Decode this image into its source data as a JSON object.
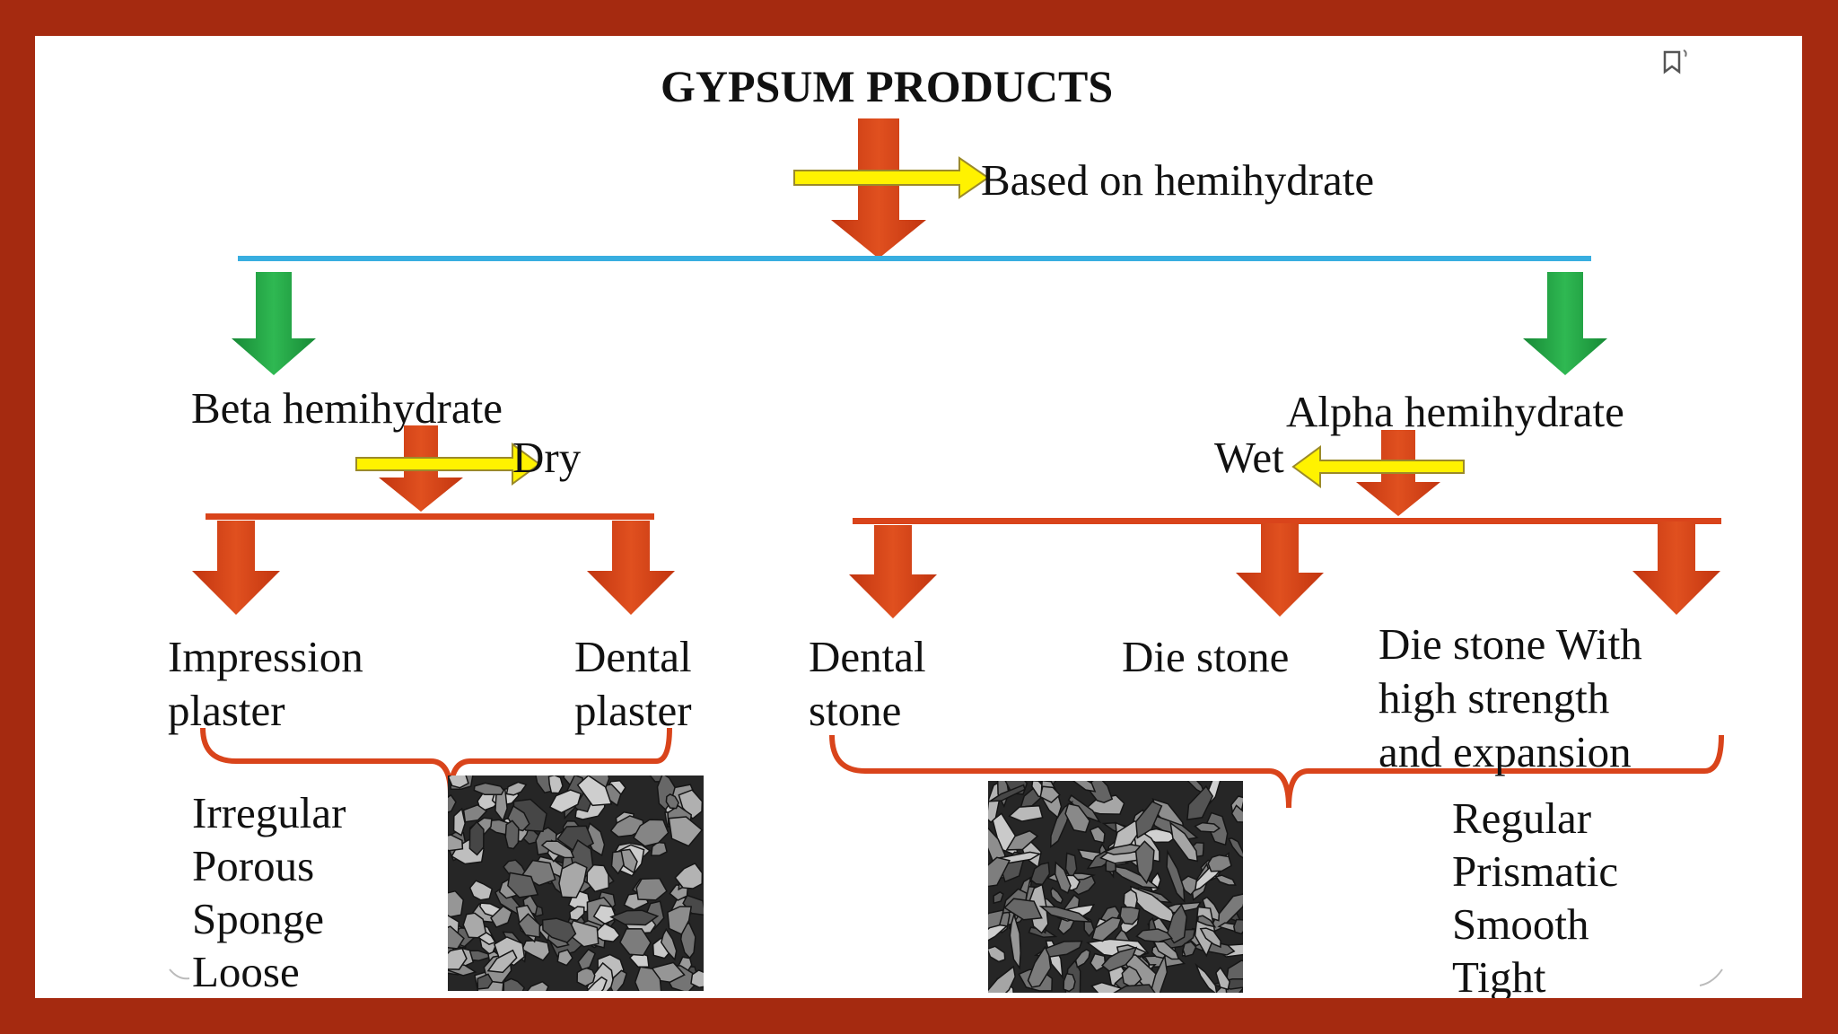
{
  "title": "GYPSUM PRODUCTS",
  "basis_label": "Based on hemihydrate",
  "beta": {
    "label": "Beta hemihydrate",
    "process": "Dry",
    "products": [
      "Impression\nplaster",
      "Dental\nplaster"
    ],
    "properties": [
      "Irregular",
      "Porous",
      "Sponge",
      "Loose"
    ]
  },
  "alpha": {
    "label": "Alpha hemihydrate",
    "process": "Wet",
    "products": [
      "Dental\nstone",
      "Die stone",
      "Die stone With\nhigh strength\nand expansion"
    ],
    "properties": [
      "Regular",
      "Prismatic",
      "Smooth",
      "Tight"
    ]
  },
  "colors": {
    "frame": "#a52a10",
    "red_arrow": "#d9441b",
    "green_arrow": "#22a346",
    "yellow_arrow": "#fff200",
    "blue_line": "#38aee0",
    "text": "#111111"
  },
  "icons": [
    "bookmark-icon"
  ]
}
